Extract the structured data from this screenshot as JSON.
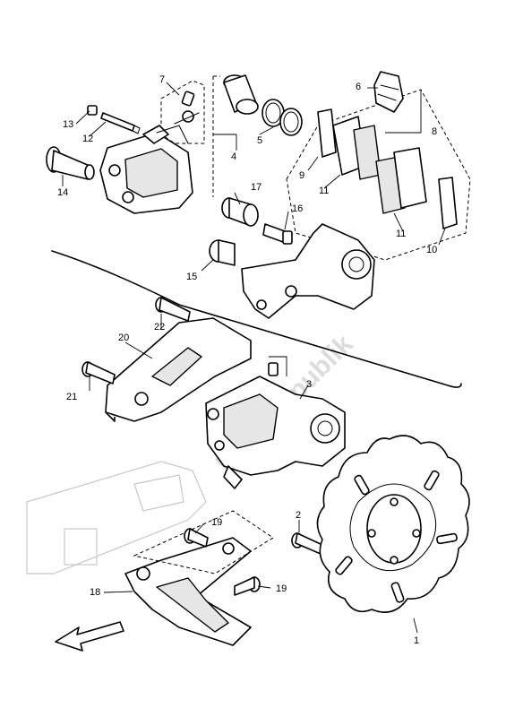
{
  "labels": {
    "p1": "1",
    "p2": "2",
    "p3": "3",
    "p4": "4",
    "p5": "5",
    "p6": "6",
    "p7": "7",
    "p8": "8",
    "p9": "9",
    "p10": "10",
    "p11a": "11",
    "p11b": "11",
    "p12": "12",
    "p13": "13",
    "p14": "14",
    "p15": "15",
    "p16": "16",
    "p17": "17",
    "p18": "18",
    "p19a": "19",
    "p19b": "19",
    "p20": "20",
    "p21": "21",
    "p22": "22"
  },
  "watermark": "PartsRepublik",
  "icons": {
    "direction": "front-arrow-icon"
  }
}
